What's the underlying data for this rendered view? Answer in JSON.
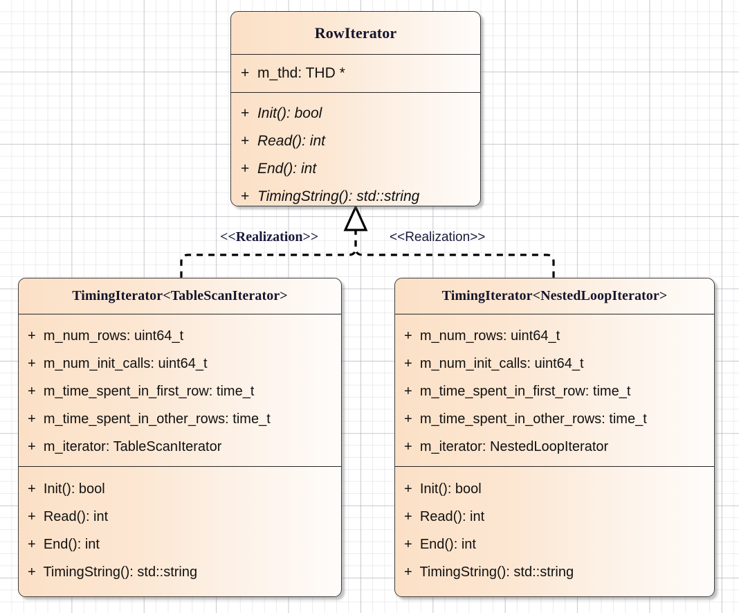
{
  "diagram": {
    "type": "uml-class-diagram",
    "background": "graph-paper-grid",
    "colors": {
      "class_fill_left": "#fbe0c6",
      "class_fill_right": "#fefcfa",
      "class_border": "#3a3a3a",
      "divider": "#262626",
      "connector": "#000000",
      "text": "#101010",
      "title_text": "#14142c",
      "grid_line": "#aaaab4"
    },
    "classes": [
      {
        "id": "rowiterator",
        "name": "RowIterator",
        "stereotype": "interface",
        "abstract_operations": true,
        "attributes": [
          {
            "visibility": "+",
            "signature": "m_thd: THD *"
          }
        ],
        "operations": [
          {
            "visibility": "+",
            "signature": "Init(): bool"
          },
          {
            "visibility": "+",
            "signature": "Read(): int"
          },
          {
            "visibility": "+",
            "signature": "End(): int"
          },
          {
            "visibility": "+",
            "signature": "TimingString(): std::string"
          }
        ]
      },
      {
        "id": "timing-tablescan",
        "name": "TimingIterator<TableScanIterator>",
        "abstract_operations": false,
        "attributes": [
          {
            "visibility": "+",
            "signature": "m_num_rows: uint64_t"
          },
          {
            "visibility": "+",
            "signature": "m_num_init_calls: uint64_t"
          },
          {
            "visibility": "+",
            "signature": "m_time_spent_in_first_row: time_t"
          },
          {
            "visibility": "+",
            "signature": "m_time_spent_in_other_rows: time_t"
          },
          {
            "visibility": "+",
            "signature": "m_iterator: TableScanIterator"
          }
        ],
        "operations": [
          {
            "visibility": "+",
            "signature": "Init(): bool"
          },
          {
            "visibility": "+",
            "signature": "Read(): int"
          },
          {
            "visibility": "+",
            "signature": "End(): int"
          },
          {
            "visibility": "+",
            "signature": "TimingString(): std::string"
          }
        ]
      },
      {
        "id": "timing-nestedloop",
        "name": "TimingIterator<NestedLoopIterator>",
        "abstract_operations": false,
        "attributes": [
          {
            "visibility": "+",
            "signature": "m_num_rows: uint64_t"
          },
          {
            "visibility": "+",
            "signature": "m_num_init_calls: uint64_t"
          },
          {
            "visibility": "+",
            "signature": "m_time_spent_in_first_row: time_t"
          },
          {
            "visibility": "+",
            "signature": "m_time_spent_in_other_rows: time_t"
          },
          {
            "visibility": "+",
            "signature": "m_iterator: NestedLoopIterator"
          }
        ],
        "operations": [
          {
            "visibility": "+",
            "signature": "Init(): bool"
          },
          {
            "visibility": "+",
            "signature": "Read(): int"
          },
          {
            "visibility": "+",
            "signature": "End(): int"
          },
          {
            "visibility": "+",
            "signature": "TimingString(): std::string"
          }
        ]
      }
    ],
    "relationships": [
      {
        "id": "realization-left",
        "label": "<<Realization>>",
        "kind": "realization",
        "from": "timing-tablescan",
        "to": "rowiterator",
        "line_style": "dashed",
        "arrowhead": "hollow-triangle"
      },
      {
        "id": "realization-right",
        "label": "<<Realization>>",
        "kind": "realization",
        "from": "timing-nestedloop",
        "to": "rowiterator",
        "line_style": "dashed",
        "arrowhead": "hollow-triangle"
      }
    ]
  }
}
